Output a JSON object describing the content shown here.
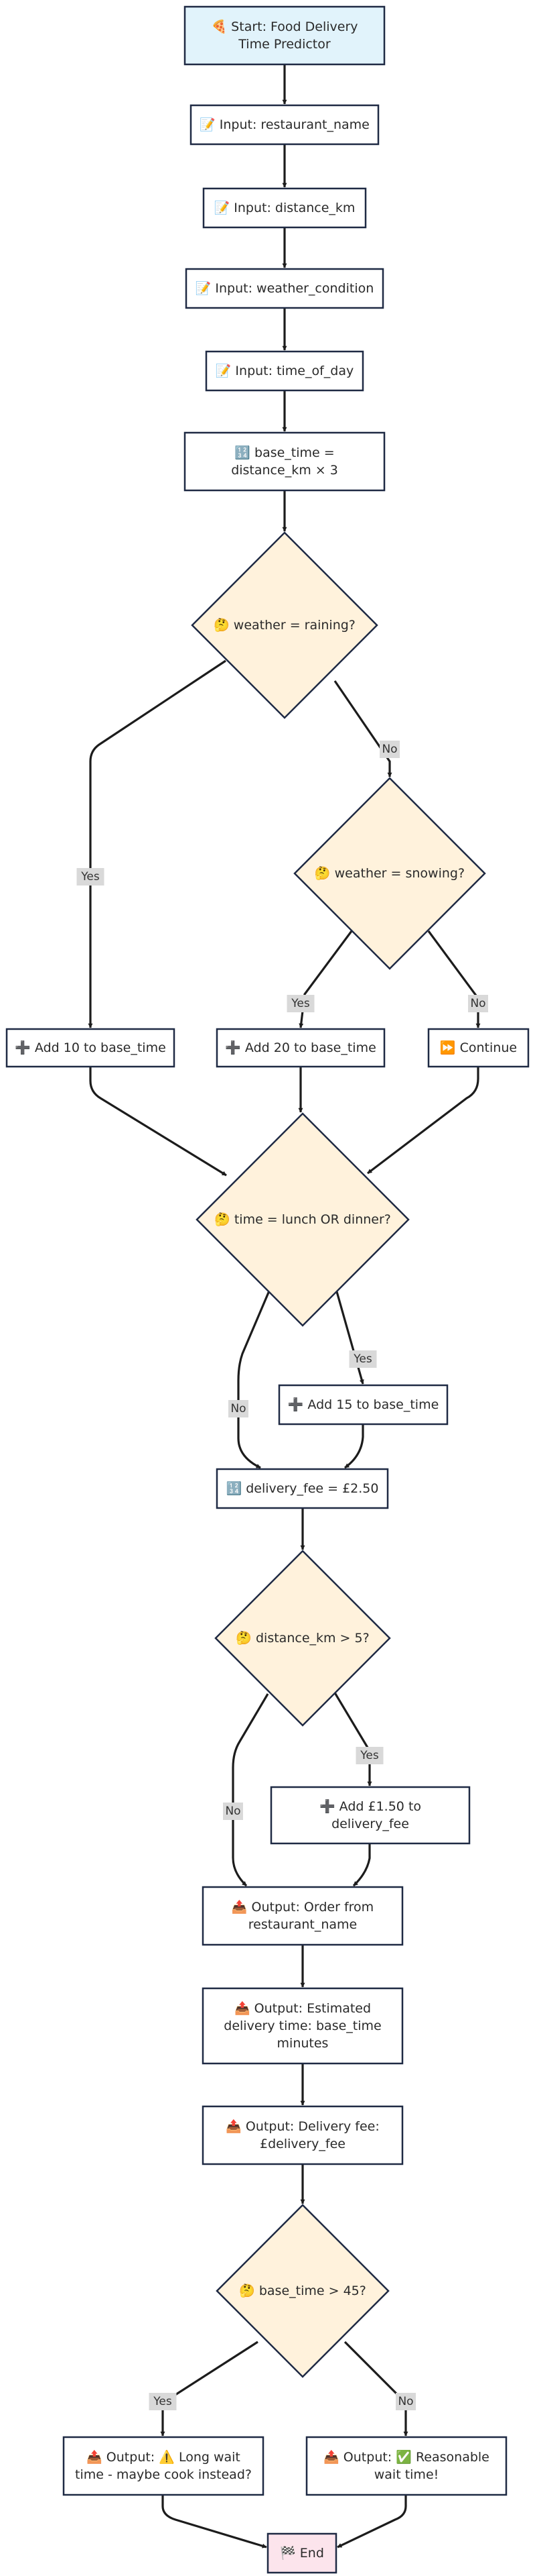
{
  "nodes": {
    "start": [
      "🍕 Start: Food Delivery",
      "Time Predictor"
    ],
    "in_restaurant": [
      "📝 Input: restaurant_name"
    ],
    "in_distance": [
      "📝 Input: distance_km"
    ],
    "in_weather": [
      "📝 Input: weather_condition"
    ],
    "in_time": [
      "📝 Input: time_of_day"
    ],
    "base_time": [
      "🔢 base_time =",
      "distance_km × 3"
    ],
    "q_raining": [
      "🤔 weather = raining?"
    ],
    "q_snowing": [
      "🤔 weather = snowing?"
    ],
    "add10": [
      "➕ Add 10 to base_time"
    ],
    "add20": [
      "➕ Add 20 to base_time"
    ],
    "continue": [
      "⏩ Continue"
    ],
    "q_lunch": [
      "🤔 time = lunch OR dinner?"
    ],
    "add15": [
      "➕ Add 15 to base_time"
    ],
    "fee": [
      "🔢 delivery_fee = £2.50"
    ],
    "q_distance": [
      "🤔 distance_km > 5?"
    ],
    "add150": [
      "➕ Add £1.50 to",
      "delivery_fee"
    ],
    "out_order": [
      "📤 Output: Order from",
      "restaurant_name"
    ],
    "out_estimate": [
      "📤 Output: Estimated",
      "delivery time: base_time",
      "minutes"
    ],
    "out_fee": [
      "📤 Output: Delivery fee:",
      "£delivery_fee"
    ],
    "q_base45": [
      "🤔 base_time > 45?"
    ],
    "out_long": [
      "📤 Output: ⚠️ Long wait",
      "time - maybe cook instead?"
    ],
    "out_ok": [
      "📤 Output: ✅ Reasonable",
      "wait time!"
    ],
    "end": [
      "🏁 End"
    ]
  },
  "edge_labels": {
    "raining_yes": "Yes",
    "raining_no": "No",
    "snowing_yes": "Yes",
    "snowing_no": "No",
    "lunch_no": "No",
    "lunch_yes": "Yes",
    "distance_no": "No",
    "distance_yes": "Yes",
    "base45_yes": "Yes",
    "base45_no": "No"
  }
}
